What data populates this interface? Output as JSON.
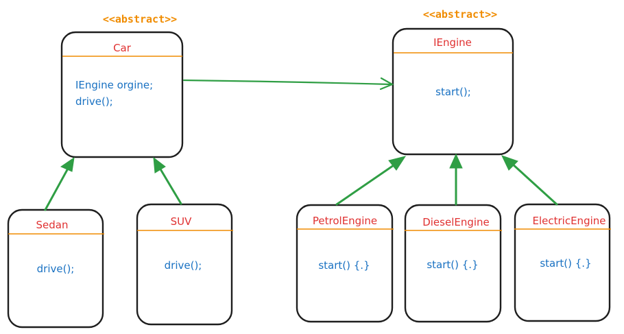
{
  "colors": {
    "stereotype": "#f08c00",
    "class_name": "#e03131",
    "member": "#1971c2",
    "arrow": "#2f9e44",
    "border": "#1e1e1e"
  },
  "classes": {
    "car": {
      "stereotype": "<<abstract>>",
      "name": "Car",
      "members": [
        "IEngine orgine;",
        "drive();"
      ]
    },
    "iengine": {
      "stereotype": "<<abstract>>",
      "name": "IEngine",
      "members": [
        "start();"
      ]
    },
    "sedan": {
      "name": "Sedan",
      "members": [
        "drive();"
      ]
    },
    "suv": {
      "name": "SUV",
      "members": [
        "drive();"
      ]
    },
    "petrol": {
      "name": "PetrolEngine",
      "members": [
        "start() {.}"
      ]
    },
    "diesel": {
      "name": "DieselEngine",
      "members": [
        "start() {.}"
      ]
    },
    "electric": {
      "name": "ElectricEngine",
      "members": [
        "start() {.}"
      ]
    }
  },
  "relations": [
    {
      "from": "Car",
      "to": "IEngine",
      "kind": "association"
    },
    {
      "from": "Sedan",
      "to": "Car",
      "kind": "inheritance"
    },
    {
      "from": "SUV",
      "to": "Car",
      "kind": "inheritance"
    },
    {
      "from": "PetrolEngine",
      "to": "IEngine",
      "kind": "inheritance"
    },
    {
      "from": "DieselEngine",
      "to": "IEngine",
      "kind": "inheritance"
    },
    {
      "from": "ElectricEngine",
      "to": "IEngine",
      "kind": "inheritance"
    }
  ]
}
